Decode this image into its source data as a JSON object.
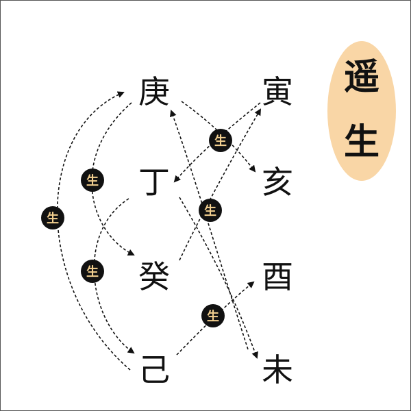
{
  "title": {
    "chars": [
      "遥",
      "生"
    ],
    "bg_color": "#f9d6a6"
  },
  "stems": {
    "geng": "庚",
    "ding": "丁",
    "gui": "癸",
    "ji": "己"
  },
  "branches": {
    "yin": "寅",
    "hai": "亥",
    "you": "酉",
    "wei": "未"
  },
  "badge_label": "生",
  "colors": {
    "badge_fill": "#111111",
    "badge_text": "#f2cf8f",
    "arrow": "#111111"
  }
}
